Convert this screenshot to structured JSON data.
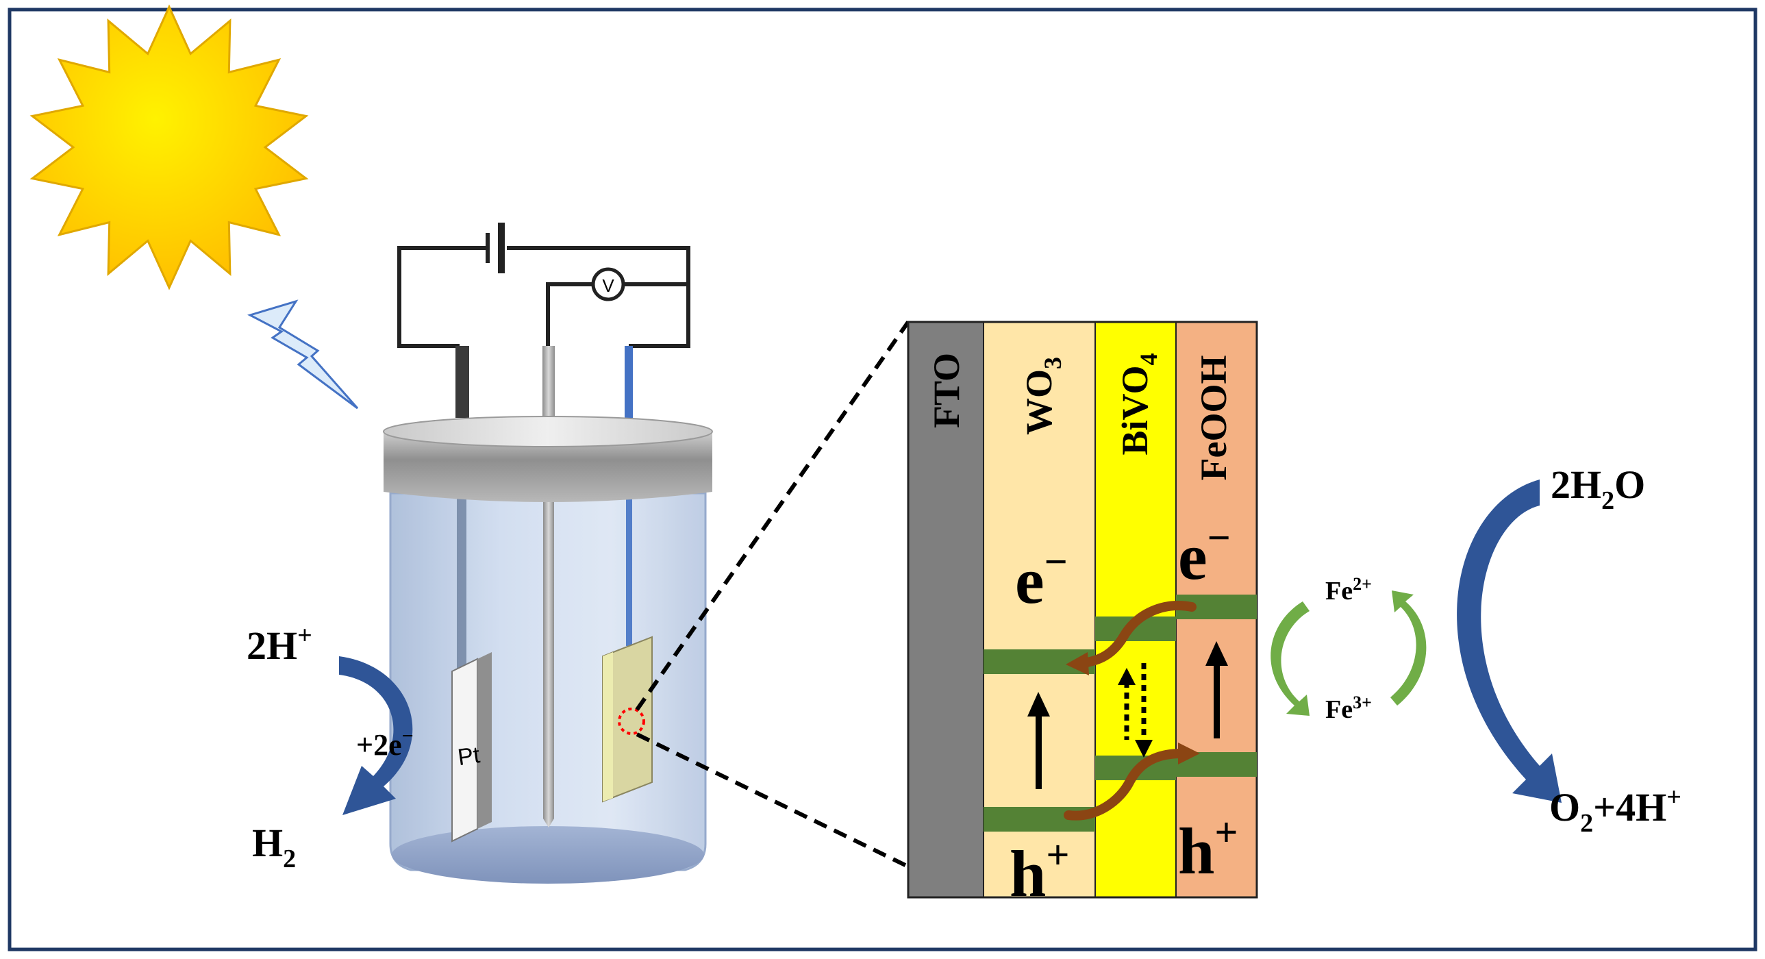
{
  "cell": {
    "voltmeter": "V",
    "cathode_label": "Pt",
    "cathode_reactant": {
      "main": "2H",
      "sup": "+"
    },
    "cathode_electrons": {
      "main": "+2e",
      "sup": "−"
    },
    "cathode_product": {
      "main": "H",
      "sub": "2"
    }
  },
  "layers": {
    "fto": "FTO",
    "wo3": {
      "main": "WO",
      "sub": "3"
    },
    "bivo4": {
      "main": "BiVO",
      "sub": "4"
    },
    "feooh": "FeOOH"
  },
  "carriers": {
    "electron": {
      "main": "e",
      "sup": "−"
    },
    "hole": {
      "main": "h",
      "sup": "+"
    }
  },
  "redox": {
    "fe2": {
      "main": "Fe",
      "sup": "2+"
    },
    "fe3": {
      "main": "Fe",
      "sup": "3+"
    }
  },
  "anode_reaction": {
    "reactant": {
      "main": "2H",
      "sub": "2",
      "tail": "O"
    },
    "product": {
      "main": "O",
      "sub": "2",
      "tail": "+4H",
      "sup": "+"
    }
  },
  "colors": {
    "sun": "#FFD700",
    "lightning": "#DCEBFA",
    "fto": "#7F7F7F",
    "wo3": "#FFE6A8",
    "bivo4": "#FFFF00",
    "feooh": "#F4B183",
    "band": "#548235",
    "transfer_arrow": "#8B4513",
    "big_arrow": "#2F5597",
    "green_arrow": "#70AD47"
  }
}
